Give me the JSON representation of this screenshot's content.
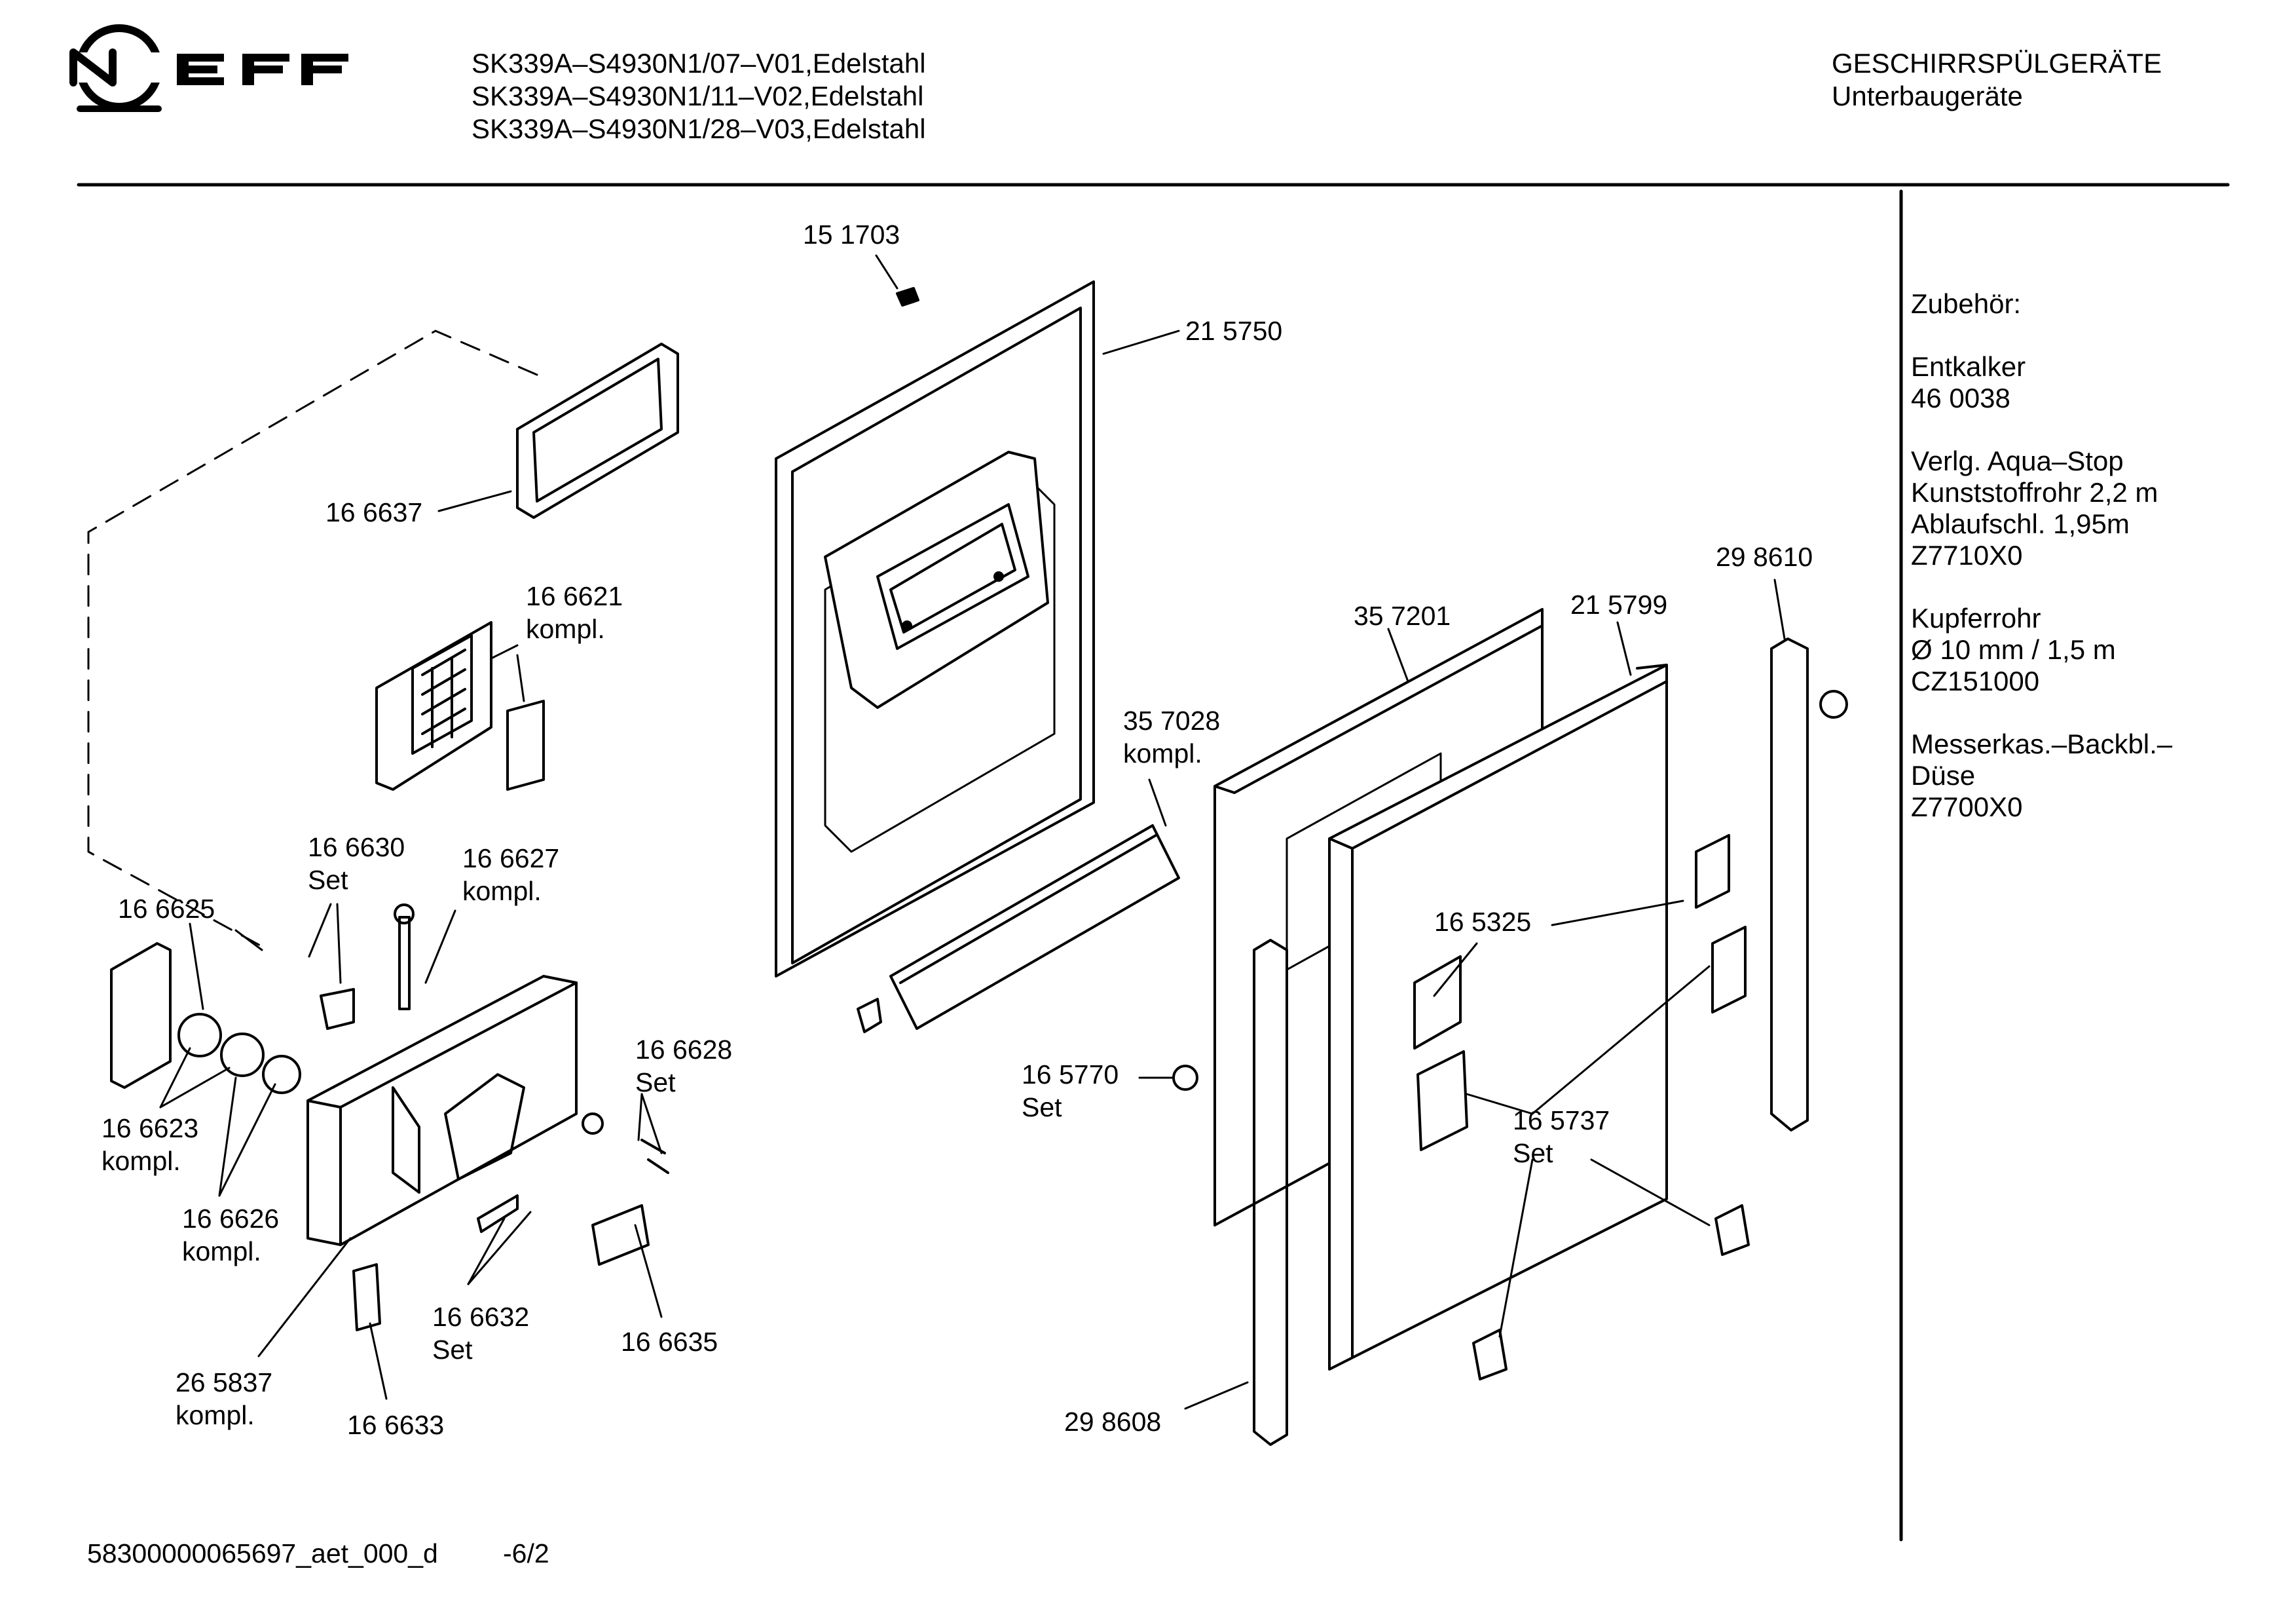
{
  "brand": {
    "logo_text": "NEFF"
  },
  "header": {
    "models": [
      "SK339A–S4930N1/07–V01,Edelstahl",
      "SK339A–S4930N1/11–V02,Edelstahl",
      "SK339A–S4930N1/28–V03,Edelstahl"
    ],
    "category": "GESCHIRRSPÜLGERÄTE",
    "subcategory": "Unterbaugeräte"
  },
  "accessories": {
    "title": "Zubehör:",
    "groups": [
      {
        "lines": [
          "Entkalker",
          "46 0038"
        ]
      },
      {
        "lines": [
          "Verlg. Aqua–Stop",
          "Kunststoffrohr 2,2 m",
          "Ablaufschl. 1,95m",
          "Z7710X0"
        ]
      },
      {
        "lines": [
          "Kupferrohr",
          "Ø 10 mm / 1,5 m",
          "CZ151000"
        ]
      },
      {
        "lines": [
          "Messerkas.–Backbl.–",
          "Düse",
          "Z7700X0"
        ]
      }
    ]
  },
  "parts": [
    {
      "id": "p151703",
      "lines": [
        "15 1703"
      ]
    },
    {
      "id": "p215750",
      "lines": [
        "21 5750"
      ]
    },
    {
      "id": "p166637",
      "lines": [
        "16 6637"
      ]
    },
    {
      "id": "p166621",
      "lines": [
        "16 6621",
        "kompl."
      ]
    },
    {
      "id": "p166630",
      "lines": [
        "16 6630",
        "Set"
      ]
    },
    {
      "id": "p166627",
      "lines": [
        "16 6627",
        "kompl."
      ]
    },
    {
      "id": "p166625",
      "lines": [
        "16 6625"
      ]
    },
    {
      "id": "p166623",
      "lines": [
        "16 6623",
        "kompl."
      ]
    },
    {
      "id": "p166626",
      "lines": [
        "16 6626",
        "kompl."
      ]
    },
    {
      "id": "p166628",
      "lines": [
        "16 6628",
        "Set"
      ]
    },
    {
      "id": "p166632",
      "lines": [
        "16 6632",
        "Set"
      ]
    },
    {
      "id": "p166635",
      "lines": [
        "16 6635"
      ]
    },
    {
      "id": "p265837",
      "lines": [
        "26 5837",
        "kompl."
      ]
    },
    {
      "id": "p166633",
      "lines": [
        "16 6633"
      ]
    },
    {
      "id": "p357028",
      "lines": [
        "35 7028",
        "kompl."
      ]
    },
    {
      "id": "p357201",
      "lines": [
        "35 7201"
      ]
    },
    {
      "id": "p215799",
      "lines": [
        "21 5799"
      ]
    },
    {
      "id": "p298610",
      "lines": [
        "29 8610"
      ]
    },
    {
      "id": "p165325",
      "lines": [
        "16 5325"
      ]
    },
    {
      "id": "p165770",
      "lines": [
        "16 5770",
        "Set"
      ]
    },
    {
      "id": "p165737",
      "lines": [
        "16 5737",
        "Set"
      ]
    },
    {
      "id": "p298608",
      "lines": [
        "29 8608"
      ]
    }
  ],
  "footer": {
    "doc_id": "58300000065697_aet_000_d",
    "page": "-6/2"
  }
}
